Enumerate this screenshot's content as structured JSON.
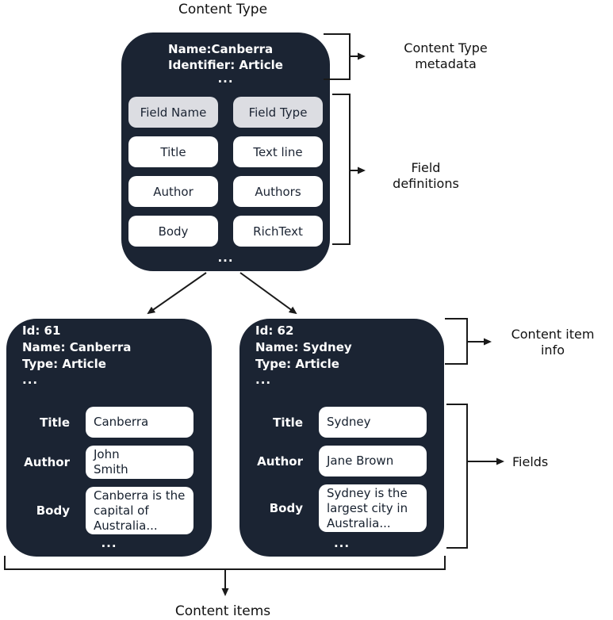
{
  "colors": {
    "card_background": "#1b2433",
    "header_cell_background": "#dcdde2",
    "cell_background": "#ffffff",
    "line_color": "#1a1a1a",
    "page_background": "#ffffff"
  },
  "ellipsis": "...",
  "labels": {
    "content_type": "Content Type",
    "content_type_metadata": "Content Type metadata",
    "field_definitions": "Field definitions",
    "content_item_info": "Content item info",
    "fields": "Fields",
    "content_items": "Content items"
  },
  "content_type": {
    "name_line": "Name:Canberra",
    "identifier_line": "Identifier: Article",
    "table": {
      "header": {
        "name": "Field Name",
        "type": "Field Type"
      },
      "rows": [
        {
          "name": "Title",
          "type": "Text line"
        },
        {
          "name": "Author",
          "type": "Authors"
        },
        {
          "name": "Body",
          "type": "RichText"
        }
      ]
    }
  },
  "content_items": [
    {
      "id_line": "Id: 61",
      "name_line": "Name: Canberra",
      "type_line": "Type: Article",
      "fields": [
        {
          "label": "Title",
          "value": "Canberra"
        },
        {
          "label": "Author",
          "value": "John\nSmith"
        },
        {
          "label": "Body",
          "value": "Canberra is the\ncapital of\nAustralia..."
        }
      ]
    },
    {
      "id_line": "Id: 62",
      "name_line": "Name: Sydney",
      "type_line": "Type: Article",
      "fields": [
        {
          "label": "Title",
          "value": "Sydney"
        },
        {
          "label": "Author",
          "value": "Jane Brown"
        },
        {
          "label": "Body",
          "value": "Sydney is the\nlargest city in\nAustralia..."
        }
      ]
    }
  ]
}
